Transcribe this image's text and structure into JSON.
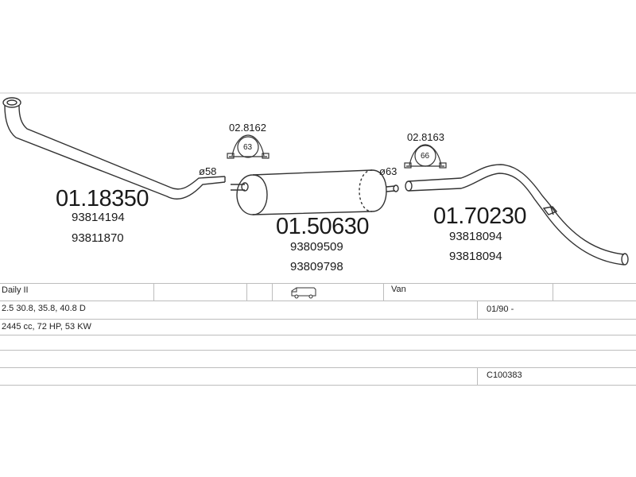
{
  "parts": {
    "front_pipe": {
      "number": "01.18350",
      "oem": [
        "93814194",
        "93811870"
      ]
    },
    "middle_silencer": {
      "number": "01.50630",
      "oem": [
        "93809509",
        "93809798"
      ]
    },
    "rear_silencer": {
      "number": "01.70230",
      "oem": [
        "93818094",
        "93818094"
      ]
    }
  },
  "clamps": [
    {
      "code": "02.8162",
      "size": "63"
    },
    {
      "code": "02.8163",
      "size": "66"
    }
  ],
  "diameters": {
    "front": "ø58",
    "rear": "ø63"
  },
  "vehicle": {
    "model": "Daily II",
    "body_icon": "van-icon",
    "body_type": "Van",
    "engine": "2.5 30.8, 35.8, 40.8 D",
    "years": "01/90 -",
    "specs": "2445 cc, 72 HP, 53 KW",
    "code": "C100383"
  },
  "colors": {
    "line": "#333333",
    "grid": "#bdbdbd"
  }
}
